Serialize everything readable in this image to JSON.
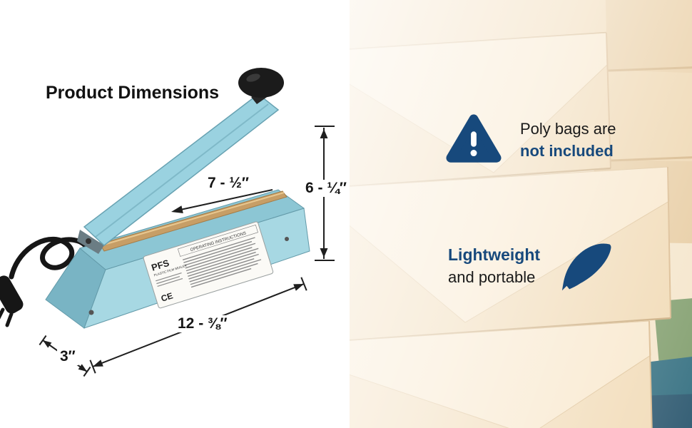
{
  "title": "Product Dimensions",
  "colors": {
    "accent_navy": "#17497c",
    "sealer_blue": "#a7d8e3",
    "envelope_tan": "#f1d9b4"
  },
  "dimensions": {
    "seal_width": "7 - ½″",
    "height": "6 - ¼″",
    "length": "12 - ⅜″",
    "depth": "3″"
  },
  "sticker": {
    "instructions_heading": "OPERATING INSTRUCTIONS",
    "brand": "PFS",
    "brand_subtitle": "PLASTIC FILM SEALER",
    "ce_mark": "CE"
  },
  "poly_note": {
    "line1": "Poly bags are",
    "line2": "not included"
  },
  "feature": {
    "line1": "Lightweight",
    "line2": "and portable"
  },
  "icons": {
    "warning": "warning-triangle-icon",
    "feather": "feather-icon"
  }
}
